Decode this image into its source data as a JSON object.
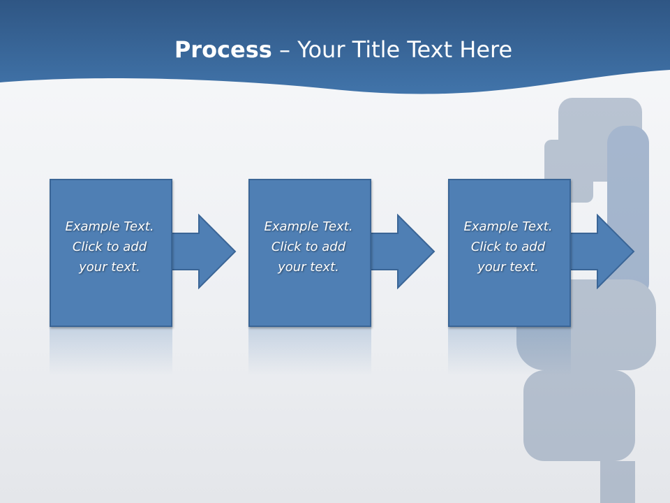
{
  "title": {
    "bold": "Process",
    "rest": " – Your Title Text Here"
  },
  "steps": [
    {
      "line1": "Example Text.",
      "line2": "Click  to add",
      "line3": "your text."
    },
    {
      "line1": "Example Text.",
      "line2": "Click  to add",
      "line3": "your text."
    },
    {
      "line1": "Example Text.",
      "line2": "Click  to add",
      "line3": "your text."
    }
  ],
  "colors": {
    "box": "#4f7fb4",
    "header": "#3a6a9e"
  }
}
